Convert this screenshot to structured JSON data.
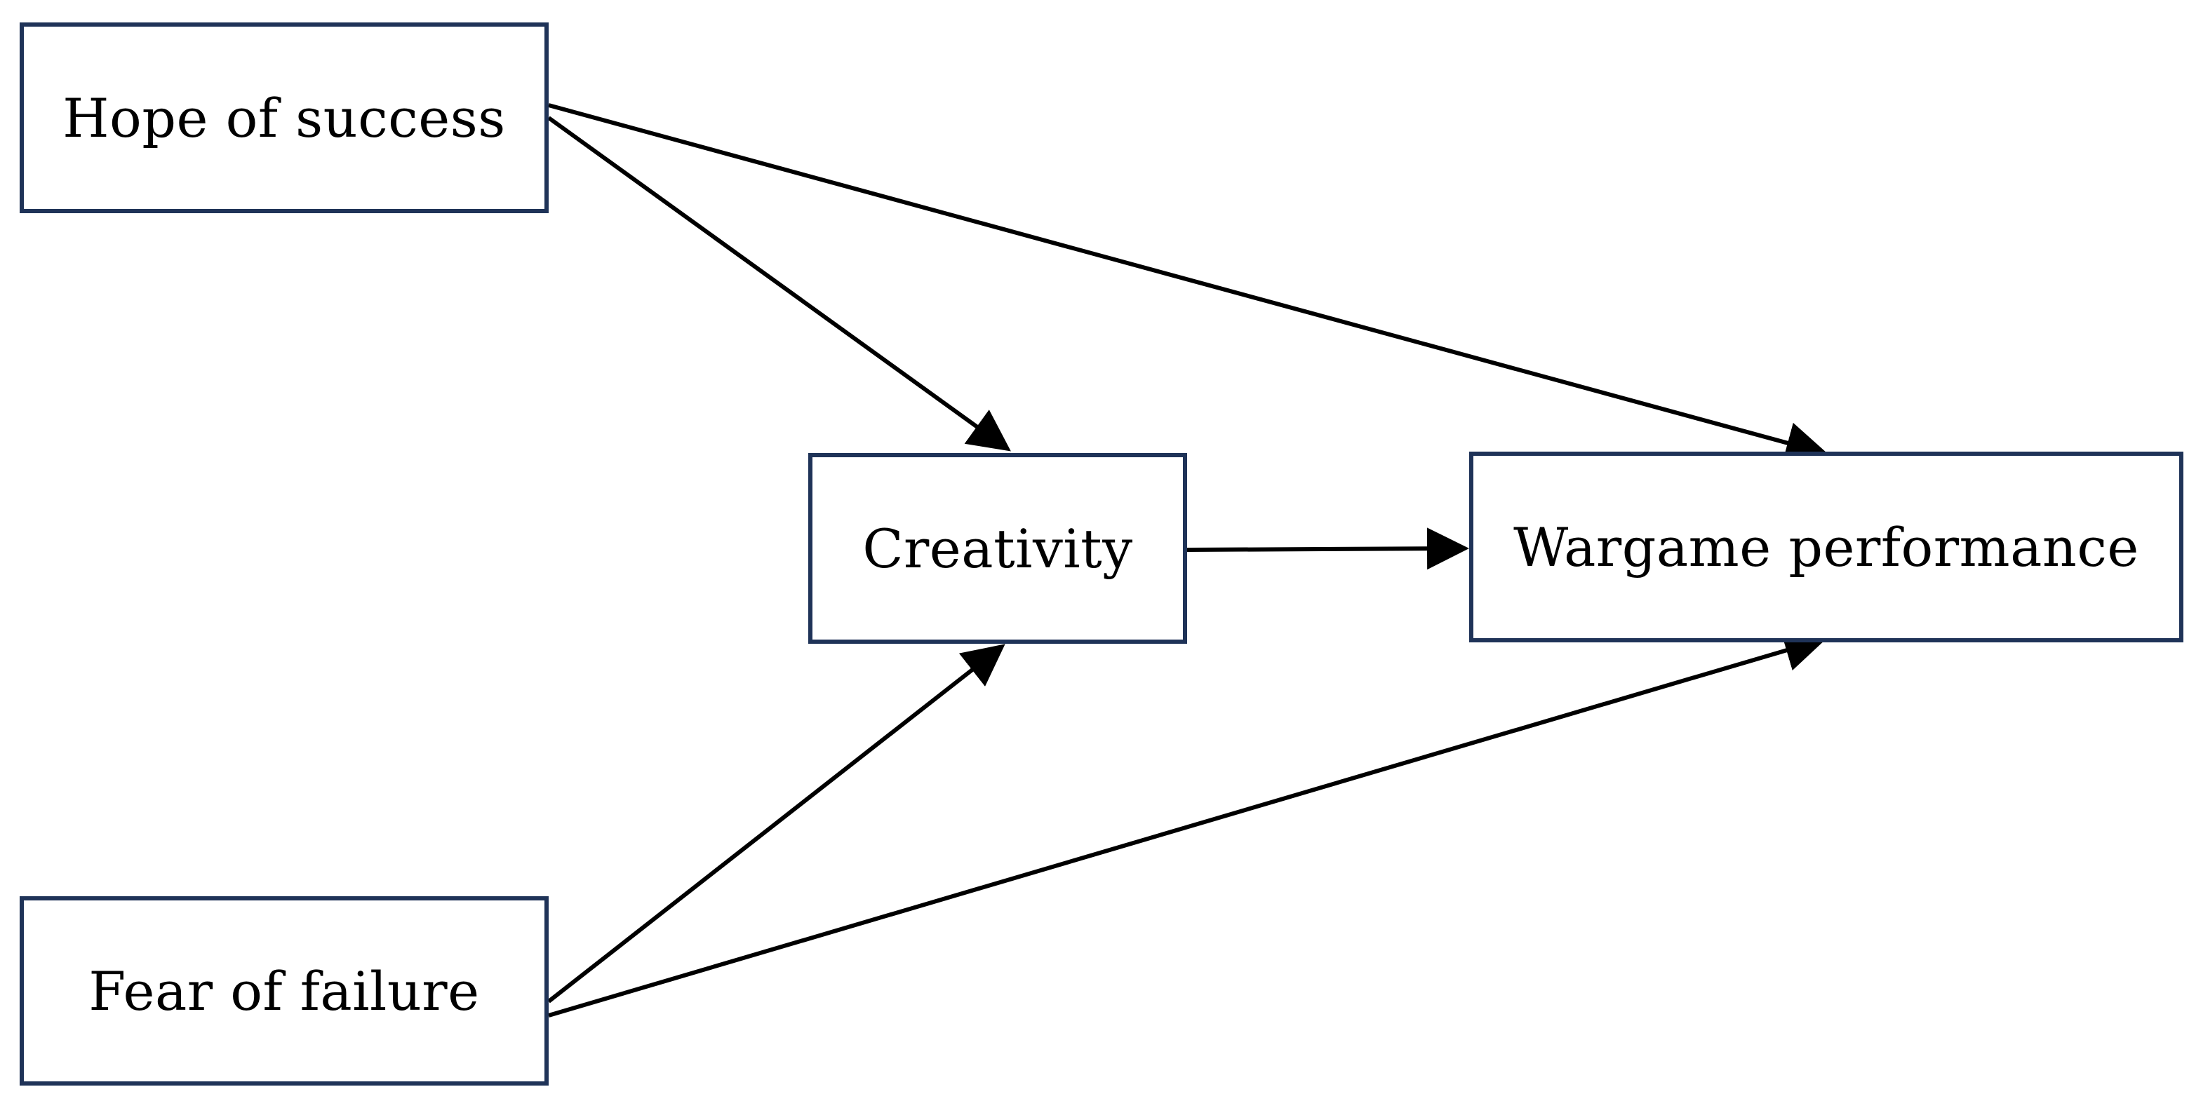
{
  "nodes": {
    "hope_of_success": {
      "label": "Hope of success"
    },
    "fear_of_failure": {
      "label": "Fear of failure"
    },
    "creativity": {
      "label": "Creativity"
    },
    "wargame_performance": {
      "label": "Wargame performance"
    }
  },
  "edges": [
    {
      "from": "Hope of success",
      "to": "Creativity"
    },
    {
      "from": "Hope of success",
      "to": "Wargame performance"
    },
    {
      "from": "Fear of failure",
      "to": "Creativity"
    },
    {
      "from": "Fear of failure",
      "to": "Wargame performance"
    },
    {
      "from": "Creativity",
      "to": "Wargame performance"
    }
  ],
  "colors": {
    "box_border": "#1f3358",
    "arrow": "#000000",
    "text": "#000000",
    "background": "#ffffff"
  }
}
